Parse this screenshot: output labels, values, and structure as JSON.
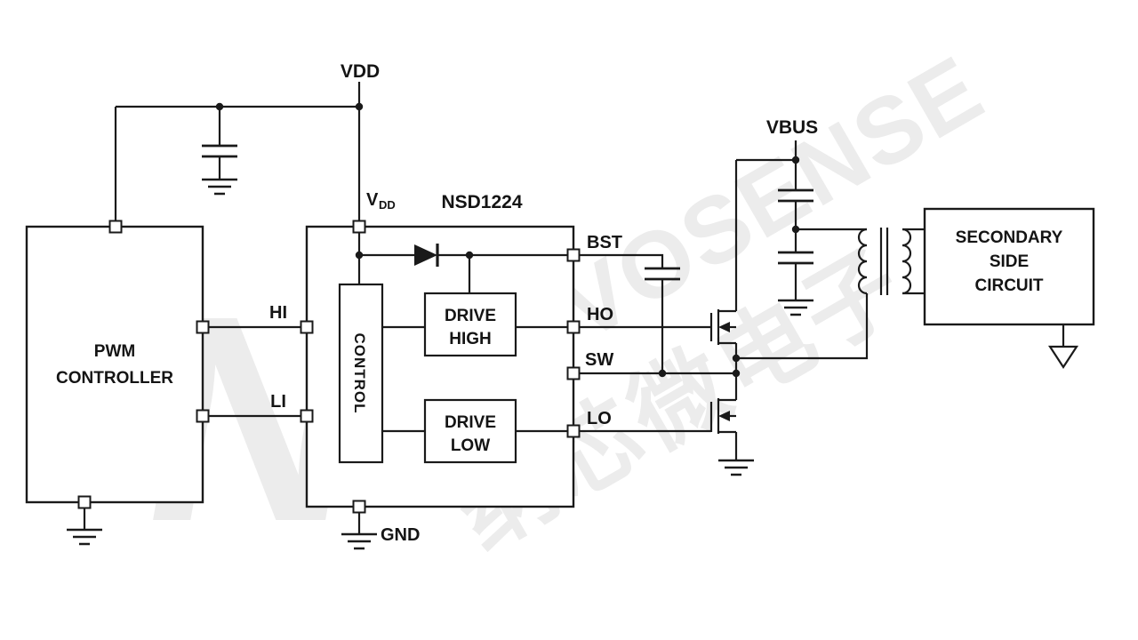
{
  "watermark": {
    "logo_letter": "N",
    "brand": "NOVOSENSE",
    "brand_cn": "纳芯微电子"
  },
  "labels": {
    "vdd_supply": "VDD",
    "vbus": "VBUS",
    "gnd": "GND",
    "hi": "HI",
    "li": "LI",
    "bst": "BST",
    "ho": "HO",
    "sw": "SW",
    "lo": "LO",
    "vdd_pin_base": "V",
    "vdd_pin_sub": "DD",
    "chip_name": "NSD1224"
  },
  "blocks": {
    "pwm_line1": "PWM",
    "pwm_line2": "CONTROLLER",
    "control": "CONTROL",
    "drive_high_line1": "DRIVE",
    "drive_high_line2": "HIGH",
    "drive_low_line1": "DRIVE",
    "drive_low_line2": "LOW",
    "secondary_line1": "SECONDARY",
    "secondary_line2": "SIDE",
    "secondary_line3": "CIRCUIT"
  },
  "colors": {
    "line": "#1a1a1a",
    "background": "#ffffff",
    "watermark": "#ececec"
  }
}
